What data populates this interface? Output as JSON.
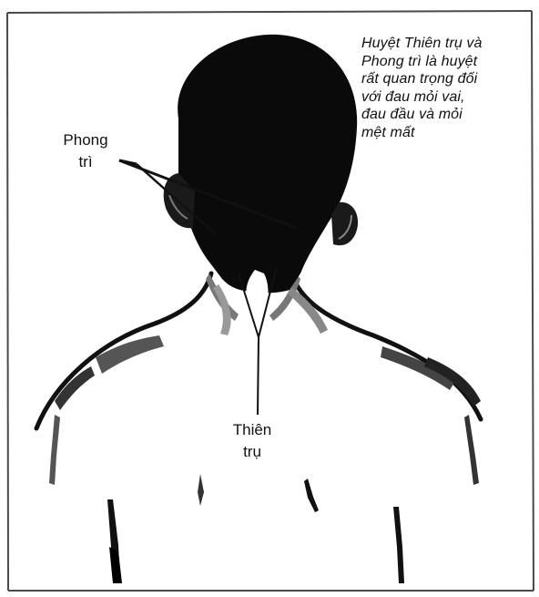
{
  "caption": {
    "lines": [
      "Huyệt Thiên trụ và",
      "Phong trì là huyệt",
      "rất quan trọng đối",
      "với đau mỏi vai,",
      "đau đầu và mỏi",
      "mệt mất"
    ]
  },
  "labels": {
    "phong_tri": [
      "Phong",
      "trì"
    ],
    "thien_tru": [
      "Thiên",
      "trụ"
    ]
  },
  "colors": {
    "ink": "#111111",
    "background": "#ffffff",
    "frame": "#4a4a4a"
  }
}
